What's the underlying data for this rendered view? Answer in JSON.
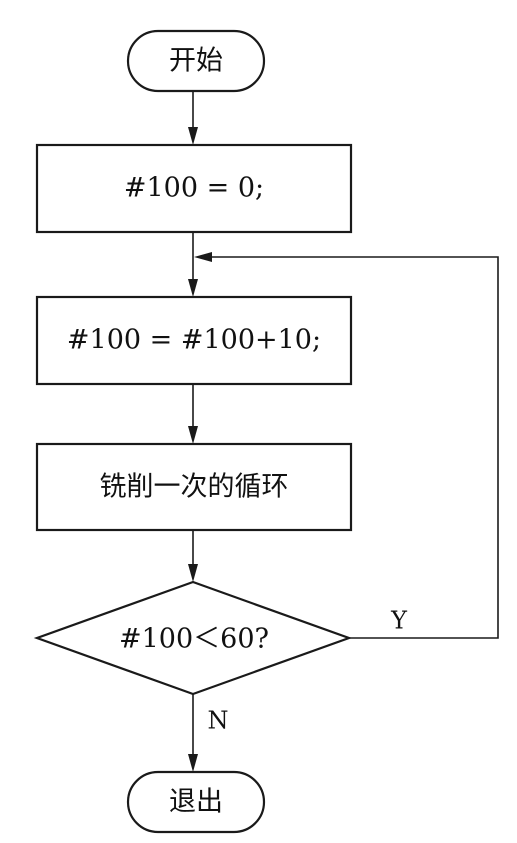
{
  "diagram": {
    "nodes": {
      "start": {
        "label": "开始"
      },
      "init": {
        "label": "#100 = 0;"
      },
      "increment": {
        "label": "#100 = #100+10;"
      },
      "mill": {
        "label": "铣削一次的循环"
      },
      "condition": {
        "label": "#100＜60?"
      },
      "end": {
        "label": "退出"
      }
    },
    "edges": {
      "yes": {
        "label": "Y"
      },
      "no": {
        "label": "N"
      }
    }
  }
}
